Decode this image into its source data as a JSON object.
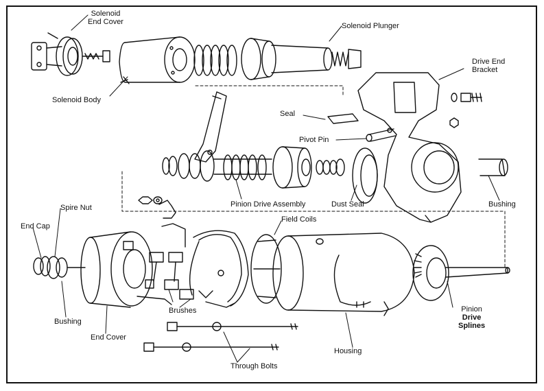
{
  "labels": {
    "solenoid_end_cover_1": "Solenoid",
    "solenoid_end_cover_2": "End Cover",
    "solenoid_plunger": "Solenoid Plunger",
    "drive_end_bracket_1": "Drive End",
    "drive_end_bracket_2": "Bracket",
    "solenoid_body": "Solenoid Body",
    "seal": "Seal",
    "pivot_pin": "Pivot Pin",
    "pinion_drive_assembly": "Pinion Drive Assembly",
    "dust_seal": "Dust Seal",
    "bushing_right": "Bushing",
    "spire_nut": "Spire Nut",
    "field_coils": "Field Coils",
    "end_cap": "End Cap",
    "bushing_left": "Bushing",
    "brushes": "Brushes",
    "end_cover": "End Cover",
    "pinion_1": "Pinion",
    "pinion_2": "Drive",
    "pinion_3": "Splines",
    "housing": "Housing",
    "through_bolts": "Through Bolts"
  },
  "colors": {
    "line": "#111111",
    "background": "#ffffff"
  }
}
